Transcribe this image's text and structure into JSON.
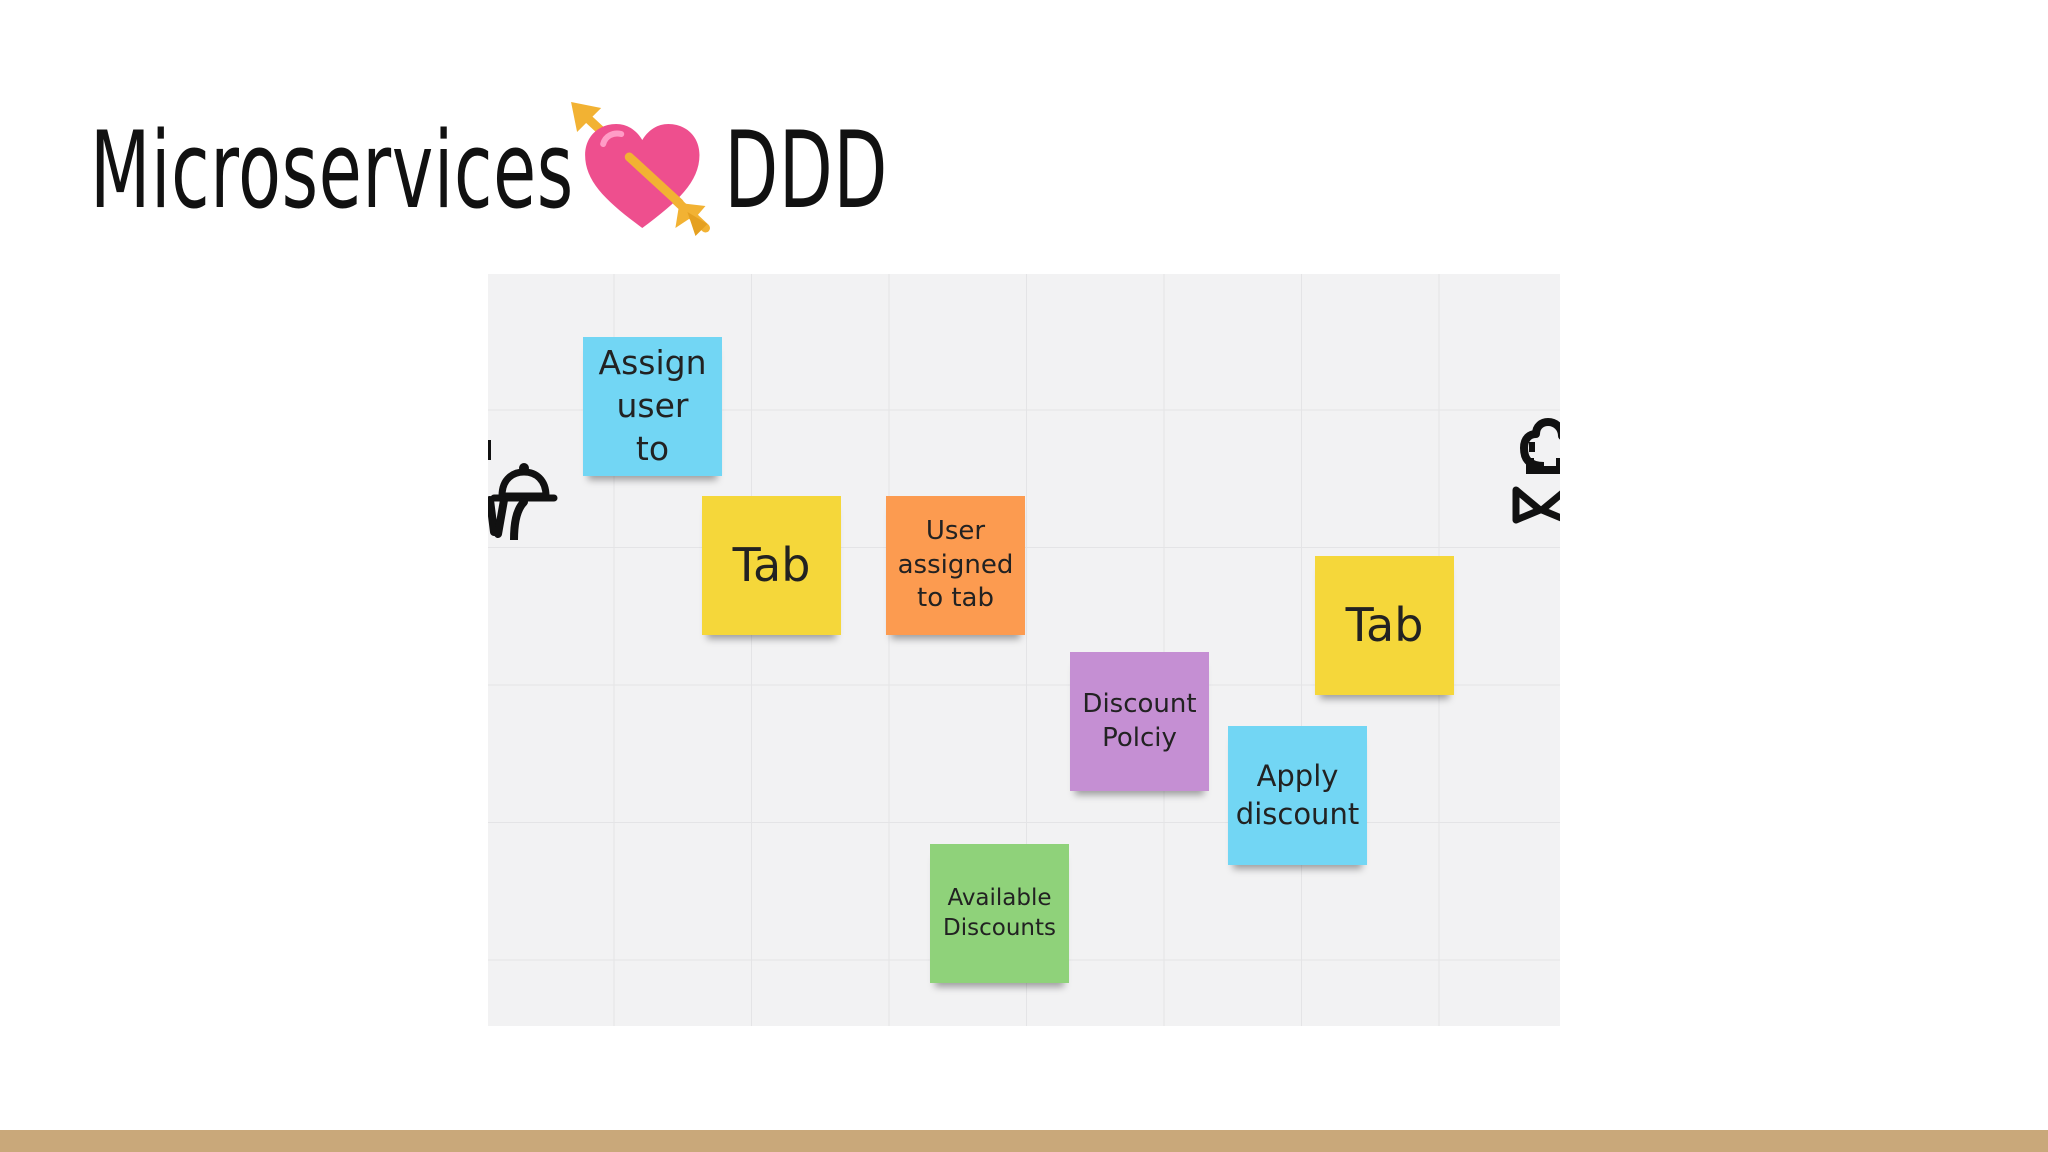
{
  "slide": {
    "title_left": "Microservices",
    "title_right": "DDD",
    "title_icon": "heart-with-arrow-icon"
  },
  "board": {
    "notes": [
      {
        "id": "assign-user",
        "text": "Assign user to",
        "color": "#72d6f4"
      },
      {
        "id": "tab-1",
        "text": "Tab",
        "color": "#f5d73a"
      },
      {
        "id": "user-assigned",
        "text": "User assigned to tab",
        "color": "#fc9b50"
      },
      {
        "id": "discount-policy",
        "text": "Discount Polciy",
        "color": "#c58fd3"
      },
      {
        "id": "tab-2",
        "text": "Tab",
        "color": "#f5d73a"
      },
      {
        "id": "apply-discount",
        "text": "Apply discount",
        "color": "#72d6f4"
      },
      {
        "id": "available-discounts",
        "text": "Available Discounts",
        "color": "#8fd27a"
      }
    ],
    "icons": [
      "waiter-icon",
      "chef-icon"
    ]
  },
  "footer": {
    "bar_color": "#c9a87a"
  }
}
